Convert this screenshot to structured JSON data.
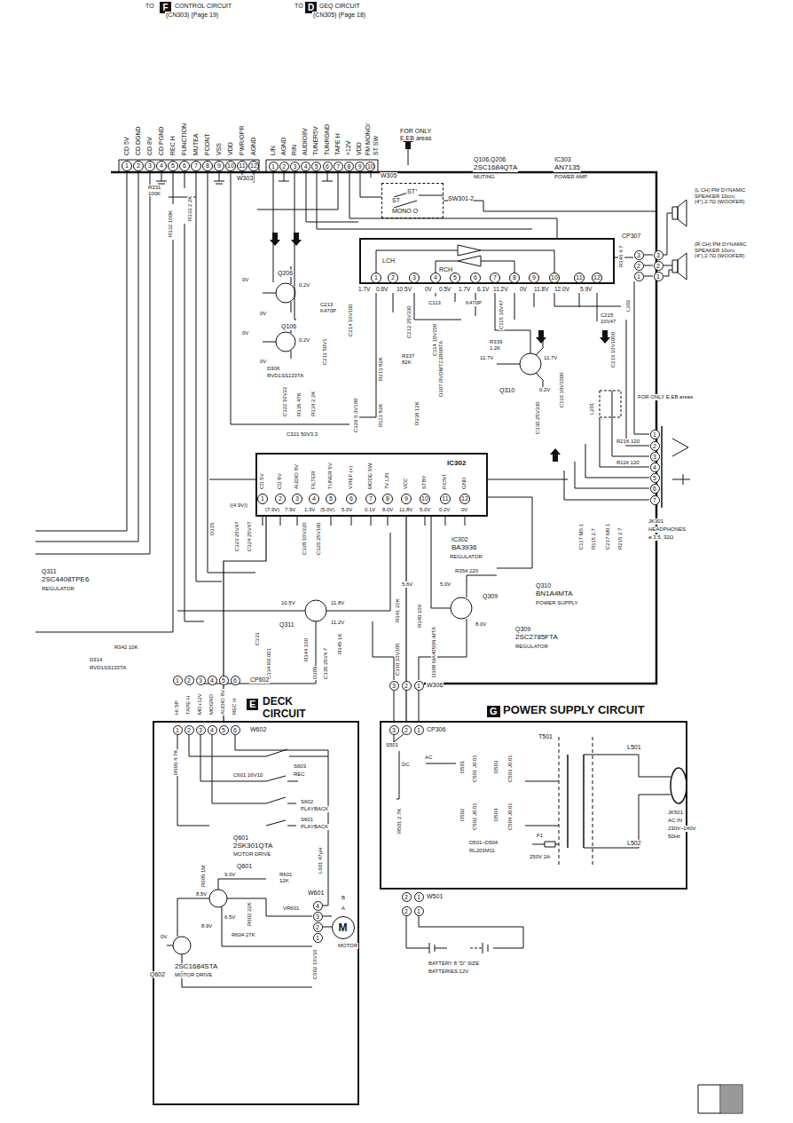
{
  "diagram": {
    "nodes": [
      {
        "text": [
          "F"
        ]
      },
      {
        "text": [
          "D"
        ]
      },
      {
        "text": [
          "SW301-2"
        ]
      },
      {
        "text": [
          "LCH",
          "RCH"
        ]
      },
      {
        "text": [
          "IC302"
        ]
      },
      {
        "text": [
          "E",
          "DECK CIRCUIT"
        ]
      },
      {
        "text": [
          "M"
        ],
        "in": 5
      },
      {
        "text": [
          "G",
          "POWER SUPPLY CIRCUIT"
        ]
      }
    ],
    "edges": [
      {
        "from": 7,
        "to": 4,
        "arrow": "none"
      },
      {
        "from": 5,
        "to": 4,
        "arrow": "none"
      }
    ],
    "labels": [
      "TO",
      "CONTROL CIRCUIT",
      "(CN303) (Page 19)",
      "TO",
      "GEQ CIRCUIT",
      "(CN305) (Page 18)",
      "CD 5V",
      "CD DGND",
      "CD 8V",
      "CD PGND",
      "REC H",
      "FUNCTION",
      "MUTEA",
      "PCONT",
      "VSS",
      "VDD",
      "PWR/OPR",
      "AGND",
      "LIN",
      "AGND",
      "RIN",
      "AUDIO8V",
      "TUNER5V",
      "TUNRGND",
      "TAPE H",
      "+12V",
      "VDD",
      "FM MONO/",
      "ST SW",
      "1",
      "2",
      "3",
      "4",
      "5",
      "6",
      "7",
      "8",
      "9",
      "10",
      "11",
      "12",
      "1",
      "2",
      "3",
      "4",
      "5",
      "6",
      "7",
      "8",
      "9",
      "10",
      "W303",
      "W305",
      "FOR ONLY E,EB areas",
      "ST",
      "ST",
      "MONO O",
      "Q106,Q206",
      "2SC1684QTA",
      "MUTING",
      "IC303",
      "AN7135",
      "POWER AMP",
      "(L CH) PM DYNAMIC SPEAKER 10cm, (4\"),2.7Ω (WOOFER)",
      "(R CH) PM DYNAMIC SPEAKER 10cm, (4\"),2.7Ω (WOOFER)",
      "CP307",
      "3",
      "2",
      "1",
      "3",
      "2",
      "1",
      "1",
      "2",
      "3",
      "4",
      "5",
      "6",
      "7",
      "8",
      "9",
      "10",
      "11",
      "12",
      "1.7V",
      "0.6V",
      "10.5V",
      "0V",
      "0.5V",
      "1.7V",
      "6.1V",
      "11.2V",
      "0V",
      "11.8V",
      "12.0V",
      "5.9V",
      "R346 4.7",
      "L302",
      "C213 K470P",
      "C214 10V100",
      "C211 50V1",
      "C212 25V330",
      "C113",
      "K470P",
      "C114 10V100",
      "C115 10V47",
      "C215 10V47",
      "R339 1.2K",
      "11.7V",
      "11.7V",
      "0.2V",
      "Q310",
      "C116 10V1000",
      "C216 10V1000",
      "C330 25V330",
      "R337 82K",
      "R338 12K",
      "R213 82K",
      "R113 82K",
      "C329 6.3V100",
      "D307 RVDMTZ3R6BTA",
      "Q206",
      "0V",
      "0.2V",
      "0V",
      "Q106",
      "0V",
      "0.2V",
      "0V",
      "D306",
      "RVD1SS133TA",
      "C322 10V22",
      "R335 47K",
      "R334 2.2K",
      "C321 50V3.3",
      "R331 100K",
      "R332 100K",
      "R333 2.2K",
      "CD 5V",
      "CD 8V",
      "AUDIO 8V",
      "FILTER",
      "TUNER 5V",
      "V.REF (+)",
      "MODE SW",
      "7V LIN",
      "VCC",
      "STBY",
      "P.CNT",
      "GND",
      "1",
      "2",
      "3",
      "4",
      "5",
      "6",
      "7",
      "8",
      "9",
      "10",
      "11",
      "12",
      "((4.9V))",
      "(7.9V)",
      "7.9V",
      "1.3V",
      "(5.0V)",
      "5.0V",
      "0.1V",
      "8.0V",
      "11.8V",
      "5.0V",
      "0.2V",
      "0V",
      "IC302",
      "BA3936",
      "REGULATOR",
      "R354 220",
      "5.6V",
      "5.0V",
      "Q309",
      "8.0V",
      "Q309",
      "2SC2785FTA",
      "REGULATOR",
      "Q310",
      "BN1A4MTA",
      "POWER SUPPLY",
      "R341 22K",
      "R340 100",
      "C310 10V100",
      "D308 MA4056N-MTA",
      "Q311",
      "10.5V",
      "11.8V",
      "11.2V",
      "C333",
      "C334 K0.001",
      "R344 100",
      "D309",
      "C335 25V4.7",
      "R345 1K",
      "Q311",
      "2SC4408TPE6",
      "REGULATOR",
      "D315",
      "C323 25V47",
      "C324 25V47",
      "C328 10V220",
      "C326 25V100",
      "R342 10K",
      "D314",
      "RVD1SS133TA",
      "3",
      "2",
      "1",
      "W306",
      "3",
      "2",
      "1",
      "CP306",
      "1",
      "2",
      "3",
      "4",
      "5",
      "6",
      "CP602",
      "HI SP",
      "TAPE H",
      "MO+12V",
      "MOGND",
      "AUDIO 8V",
      "REC H",
      "1",
      "2",
      "3",
      "4",
      "5",
      "6",
      "W602",
      "S501",
      "DC",
      "AC",
      "D501",
      "C501 J0.01",
      "D503",
      "C503 J0.01",
      "D502",
      "C502 J0.01",
      "D504",
      "C504 J0.01",
      "D501~D504",
      "RL203M11",
      "R501 2.7K",
      "F1",
      "250V 2A",
      "T501",
      "L501",
      "L502",
      "JK501",
      "AC IN",
      "230V~240V",
      "50Hz",
      "2",
      "1",
      "2",
      "1",
      "W501",
      "BATTERY 8 \"D\" SIZE",
      "BATTERIES 12V",
      "S603",
      "REC",
      "C601 16V10",
      "S602",
      "PLAYBACK",
      "S601",
      "PLAYBACK",
      "R606 4.7K",
      "Q601",
      "2SK301QTA",
      "MOTOR DRIVE",
      "Q601",
      "L601 47μH",
      "R601 12K",
      "VR601",
      "R605 1M",
      "9.0V",
      "8.5V",
      "6.5V",
      "R602 22K",
      "R604 27K",
      "8.9V",
      "0V",
      "Q602",
      "2SC1684STA",
      "MOTOR DRIVE",
      "C602 16V10",
      "4",
      "3",
      "2",
      "1",
      "W601",
      "B",
      "A",
      "MOTOR",
      "FOR ONLY E,EB areas",
      "L201",
      "R216 120",
      "R116 120",
      "C117 M0.1",
      "R115 2.7",
      "C217 M0.1",
      "R215 2.7",
      "JK301",
      "HEADPHONES",
      "ø 3.5, 32Ω",
      "1",
      "2",
      "3",
      "4",
      "5",
      "6",
      "7"
    ]
  }
}
